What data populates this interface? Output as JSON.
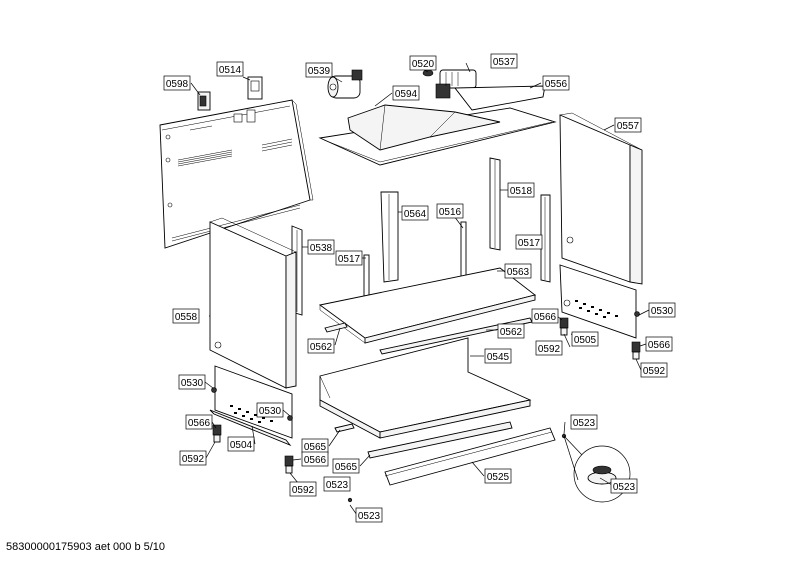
{
  "footer": "58300000175903 aet 000 b 5/10",
  "labels": {
    "p0598": "0598",
    "p0514": "0514",
    "p0539": "0539",
    "p0520": "0520",
    "p0537": "0537",
    "p0556": "0556",
    "p0594": "0594",
    "p0557": "0557",
    "p0518": "0518",
    "p0564": "0564",
    "p0516": "0516",
    "p0517_right": "0517",
    "p0538": "0538",
    "p0517_left": "0517",
    "p0563": "0563",
    "p0530_right": "0530",
    "p0558": "0558",
    "p0566_right_top": "0566",
    "p0562_right": "0562",
    "p0592_right_top": "0592",
    "p0505": "0505",
    "p0566_right_bottom": "0566",
    "p0562_left": "0562",
    "p0545": "0545",
    "p0592_right_bottom": "0592",
    "p0530_left_top": "0530",
    "p0530_left_bottom": "0530",
    "p0566_left": "0566",
    "p0504": "0504",
    "p0565_upper": "0565",
    "p0523_right": "0523",
    "p0592_left": "0592",
    "p0566_center": "0566",
    "p0565_lower": "0565",
    "p0525": "0525",
    "p0592_center": "0592",
    "p0523_center_top": "0523",
    "p0523_detail": "0523",
    "p0523_center_bottom": "0523"
  }
}
